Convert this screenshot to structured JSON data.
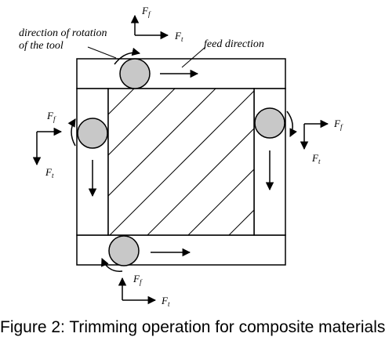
{
  "labels": {
    "rotation_line1": "direction of rotation",
    "rotation_line2": "of the tool",
    "feed": "feed direction",
    "force_f": "F",
    "sub_f": "f",
    "sub_t": "t"
  },
  "caption": "Figure 2: Trimming operation for composite materials",
  "colors": {
    "line": "#000000",
    "tool_fill": "#c8c8c8",
    "background": "#ffffff"
  }
}
